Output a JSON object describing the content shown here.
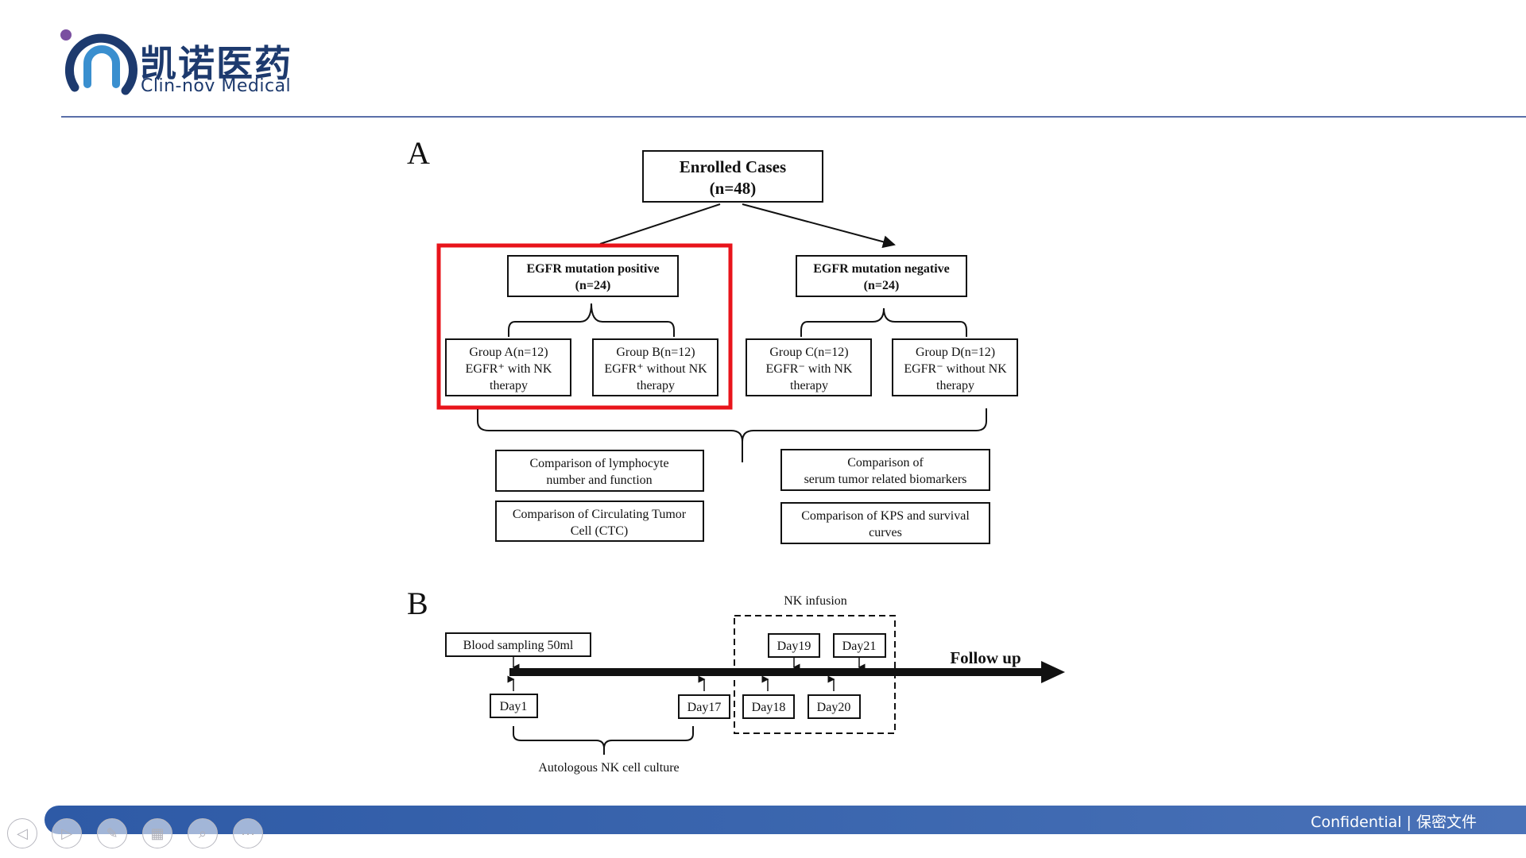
{
  "logo": {
    "cn_text": "凯诺医药",
    "en_text": "Clin-nov Medical"
  },
  "diagram": {
    "panel_a_label": "A",
    "panel_b_label": "B",
    "enrolled": {
      "line1": "Enrolled Cases",
      "line2": "(n=48)"
    },
    "positive": {
      "line1": "EGFR mutation positive",
      "line2": "(n=24)"
    },
    "negative": {
      "line1": "EGFR mutation negative",
      "line2": "(n=24)"
    },
    "group_a": {
      "line1": "Group A(n=12)",
      "line2": "EGFR⁺ with NK",
      "line3": "therapy"
    },
    "group_b": {
      "line1": "Group B(n=12)",
      "line2": "EGFR⁺ without NK",
      "line3": "therapy"
    },
    "group_c": {
      "line1": "Group C(n=12)",
      "line2": "EGFR⁻ with NK",
      "line3": "therapy"
    },
    "group_d": {
      "line1": "Group D(n=12)",
      "line2": "EGFR⁻ without NK",
      "line3": "therapy"
    },
    "lymphocyte": {
      "line1": "Comparison of lymphocyte",
      "line2": "number and function"
    },
    "ctc": {
      "line1": "Comparison of Circulating Tumor",
      "line2": "Cell (CTC)"
    },
    "biomarkers": {
      "line1": "Comparison of",
      "line2": "serum tumor related biomarkers"
    },
    "kps": {
      "line1": "Comparison of KPS and survival",
      "line2": "curves"
    },
    "nk_infusion": "NK infusion",
    "blood_sampling": "Blood sampling 50ml",
    "follow_up": "Follow up",
    "day1": "Day1",
    "day17": "Day17",
    "day18": "Day18",
    "day19": "Day19",
    "day20": "Day20",
    "day21": "Day21",
    "nk_culture": "Autologous NK cell culture",
    "highlight_color": "#e8141b"
  },
  "footer": {
    "confidential": "Confidential | 保密文件"
  },
  "nav_icons": [
    "prev-icon",
    "next-icon",
    "pen-icon",
    "grid-icon",
    "zoom-icon",
    "more-icon"
  ]
}
